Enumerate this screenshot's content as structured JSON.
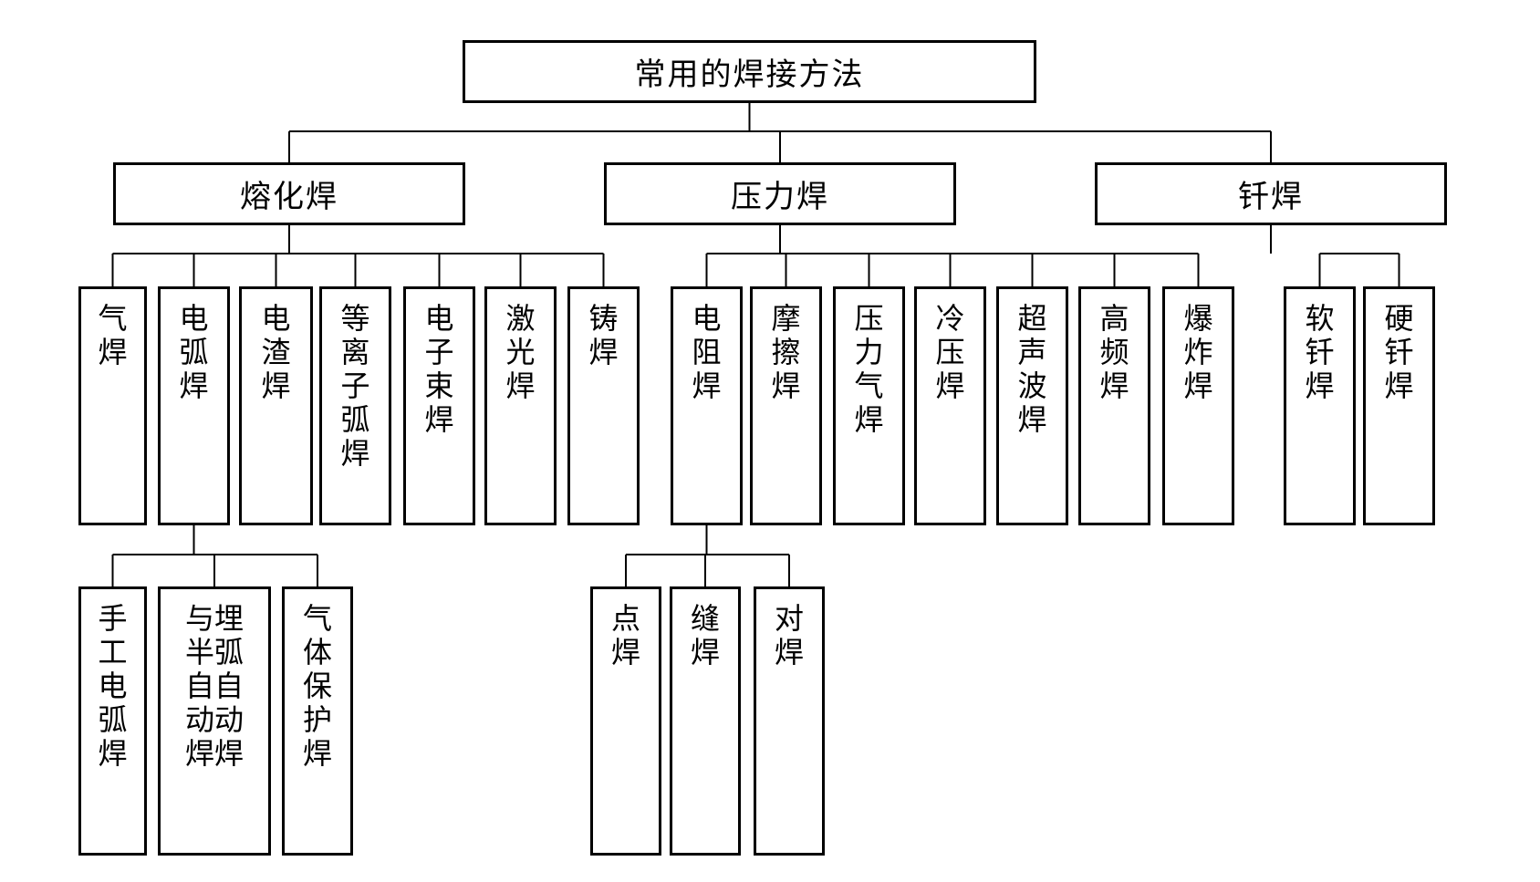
{
  "root": {
    "label": "常用的焊接方法"
  },
  "categories": [
    {
      "label": "熔化焊"
    },
    {
      "label": "压力焊"
    },
    {
      "label": "钎焊"
    }
  ],
  "fusion": [
    {
      "lines": [
        "气焊"
      ]
    },
    {
      "lines": [
        "电弧焊"
      ]
    },
    {
      "lines": [
        "电渣焊"
      ]
    },
    {
      "lines": [
        "等离子弧焊"
      ]
    },
    {
      "lines": [
        "电子束焊"
      ]
    },
    {
      "lines": [
        "激光焊"
      ]
    },
    {
      "lines": [
        "铸焊"
      ]
    }
  ],
  "pressure": [
    {
      "lines": [
        "电阻焊"
      ]
    },
    {
      "lines": [
        "摩擦焊"
      ]
    },
    {
      "lines": [
        "压力气焊"
      ]
    },
    {
      "lines": [
        "冷压焊"
      ]
    },
    {
      "lines": [
        "超声波焊"
      ]
    },
    {
      "lines": [
        "高频焊"
      ]
    },
    {
      "lines": [
        "爆炸焊"
      ]
    }
  ],
  "brazing": [
    {
      "lines": [
        "软钎焊"
      ]
    },
    {
      "lines": [
        "硬钎焊"
      ]
    }
  ],
  "arc_subtypes": [
    {
      "lines": [
        "手工电弧焊"
      ]
    },
    {
      "lines": [
        "埋弧自动焊",
        "与半自动焊"
      ]
    },
    {
      "lines": [
        "气体保护焊"
      ]
    }
  ],
  "resistance_subtypes": [
    {
      "lines": [
        "点焊"
      ]
    },
    {
      "lines": [
        "缝焊"
      ]
    },
    {
      "lines": [
        "对焊"
      ]
    }
  ]
}
